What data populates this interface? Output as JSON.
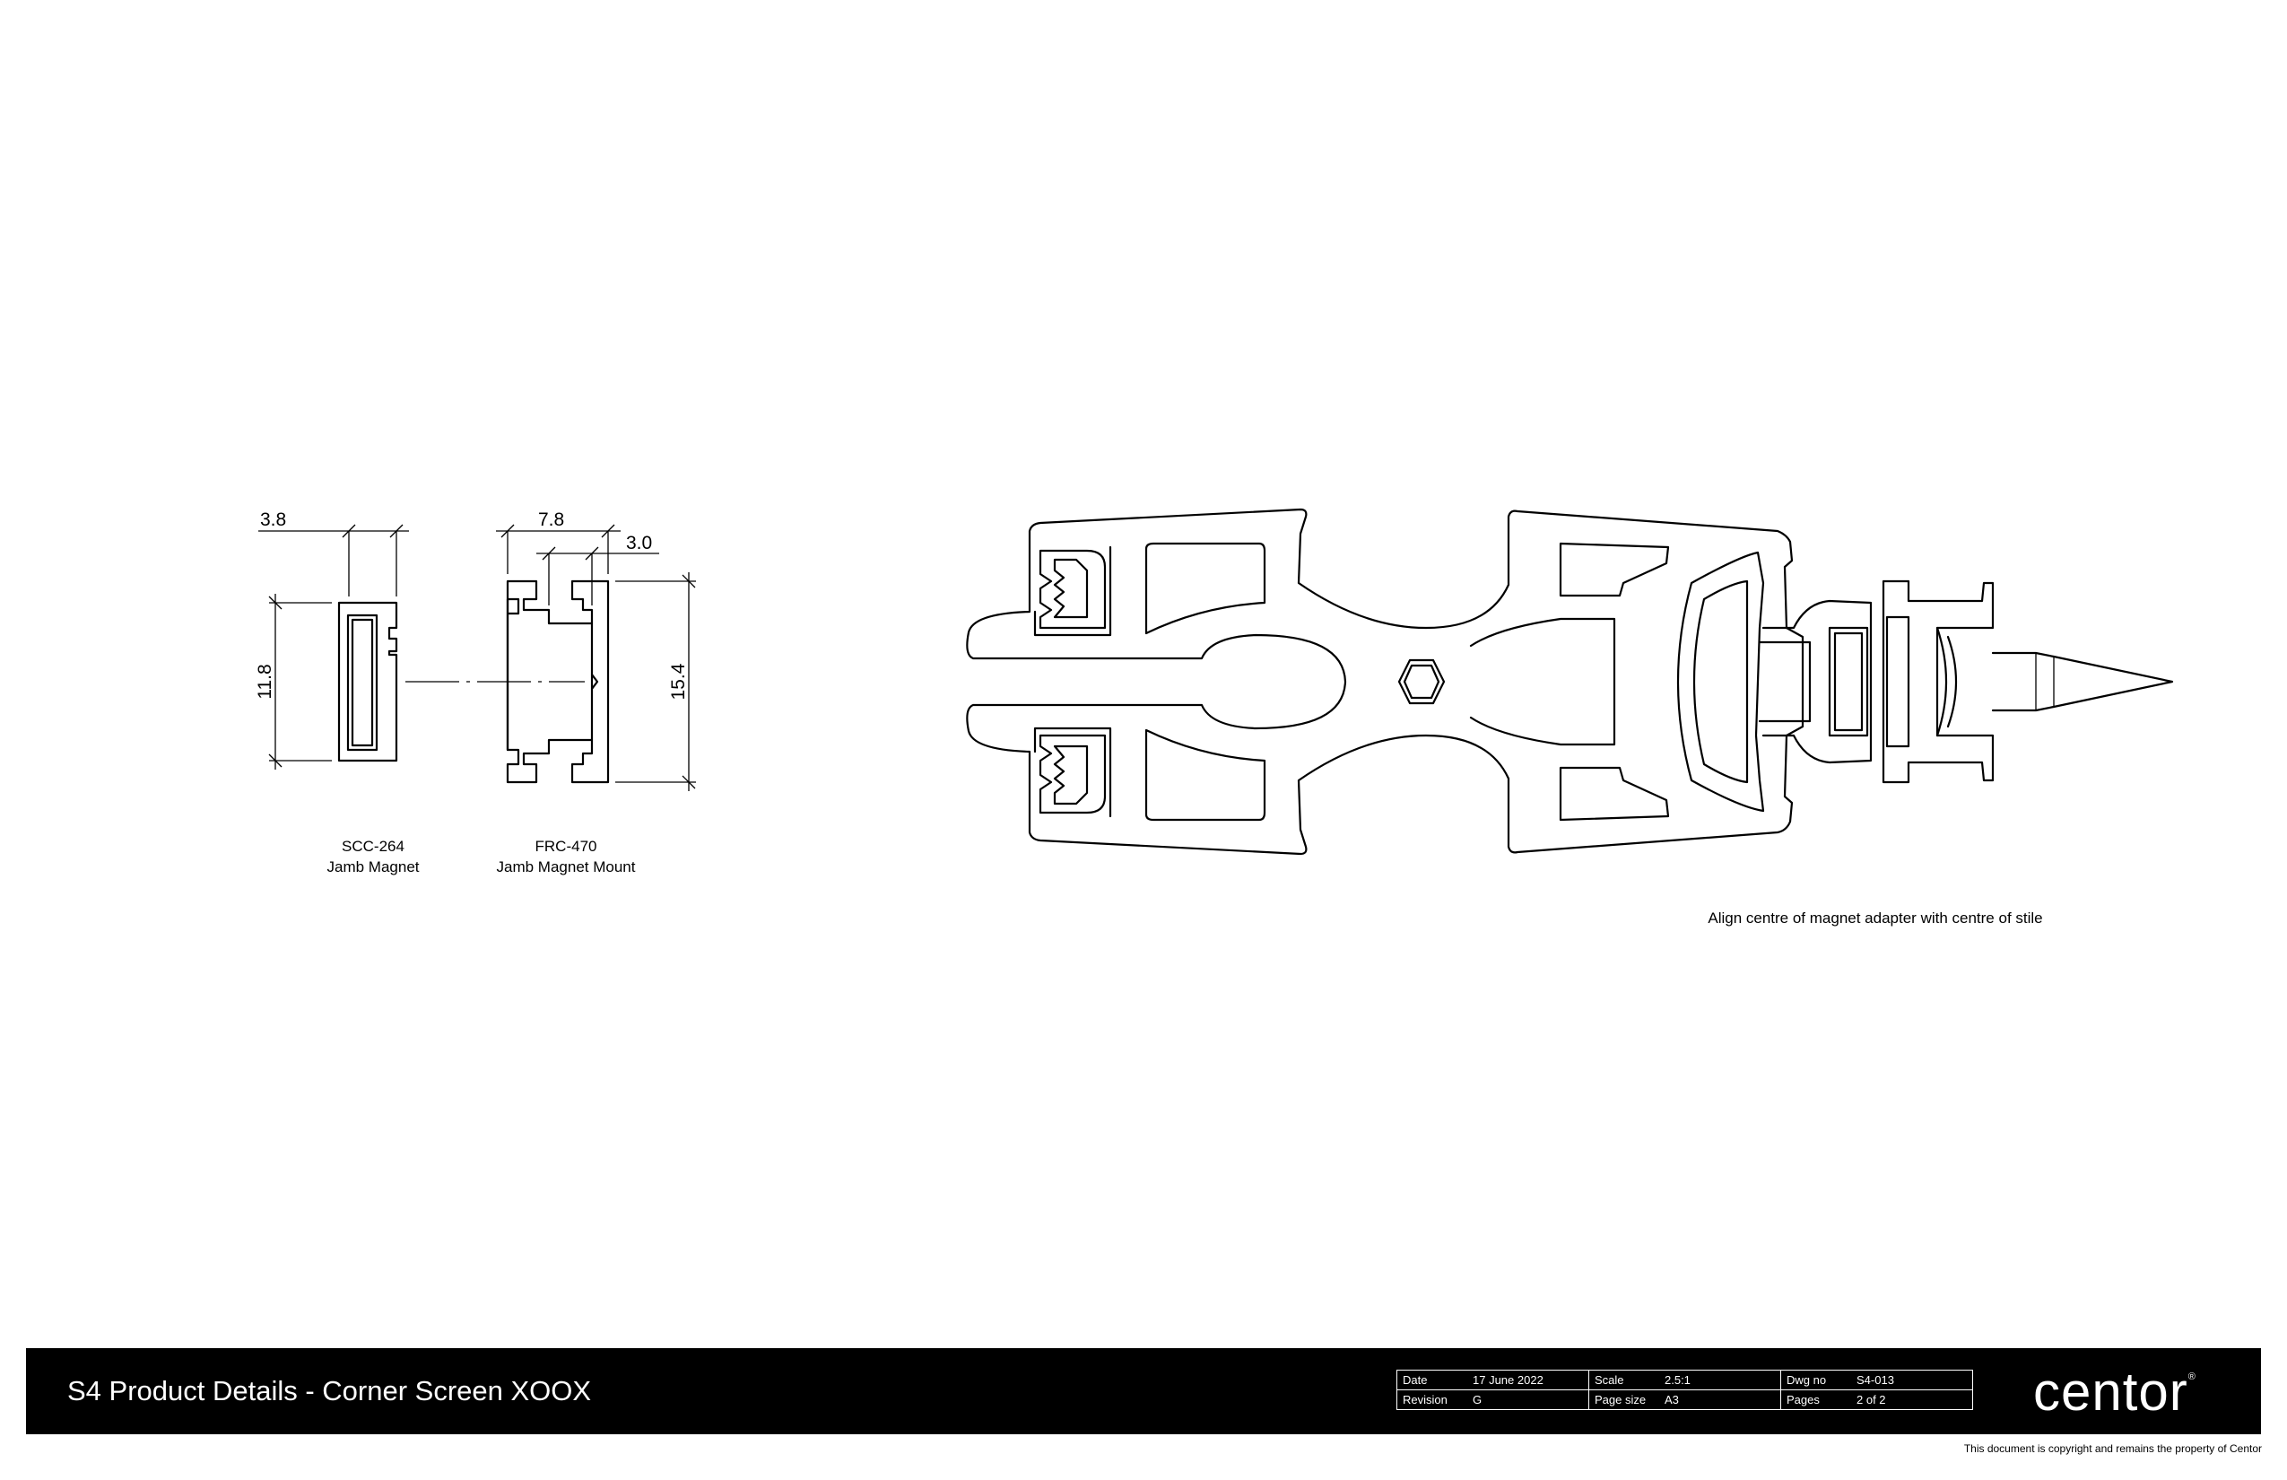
{
  "parts": [
    {
      "code": "SCC-264",
      "name": "Jamb Magnet"
    },
    {
      "code": "FRC-470",
      "name": "Jamb Magnet Mount"
    }
  ],
  "dimensions": {
    "magnet_width": "3.8",
    "magnet_height": "11.8",
    "mount_width": "7.8",
    "mount_slot": "3.0",
    "mount_height": "15.4"
  },
  "note": "Align centre of magnet adapter with centre of stile",
  "title_block": {
    "title": "S4 Product Details - Corner Screen XOOX",
    "fields": [
      [
        {
          "key": "Date",
          "value": "17 June 2022"
        },
        {
          "key": "Scale",
          "value": "2.5:1"
        },
        {
          "key": "Dwg no",
          "value": "S4-013"
        }
      ],
      [
        {
          "key": "Revision",
          "value": "G"
        },
        {
          "key": "Page size",
          "value": "A3"
        },
        {
          "key": "Pages",
          "value": "2 of 2"
        }
      ]
    ]
  },
  "logo_text": "centor",
  "logo_mark": "®",
  "copyright": "This document is copyright and remains the property of Centor"
}
